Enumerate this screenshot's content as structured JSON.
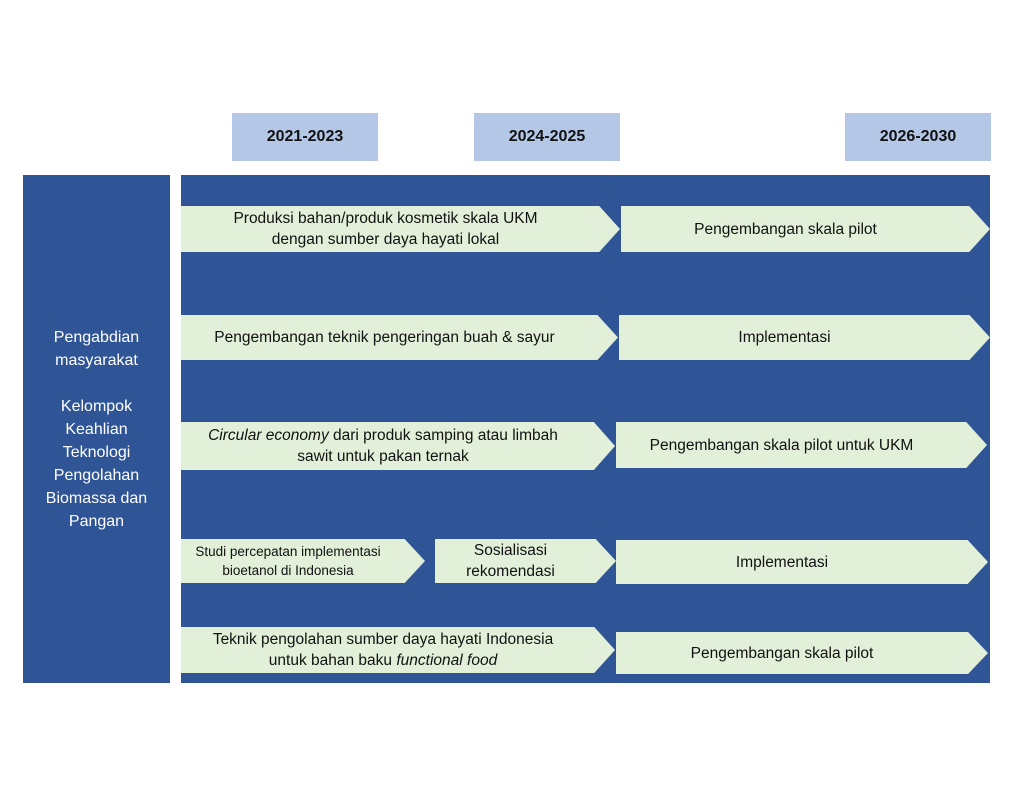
{
  "periods": [
    "2021-2023",
    "2024-2025",
    "2026-2030"
  ],
  "left_panel": {
    "line1": "Pengabdian",
    "line2": "masyarakat",
    "line3": "Kelompok",
    "line4": "Keahlian",
    "line5": "Teknologi",
    "line6": "Pengolahan",
    "line7": "Biomassa dan",
    "line8": "Pangan"
  },
  "rows": [
    {
      "left": {
        "line1": "Produksi bahan/produk kosmetik skala UKM",
        "line2": "dengan sumber daya hayati lokal"
      },
      "right": "Pengembangan skala pilot"
    },
    {
      "left": {
        "line1": "Pengembangan teknik pengeringan buah & sayur"
      },
      "right": "Implementasi"
    },
    {
      "left": {
        "line1_italic": "Circular economy",
        "line1_rest": " dari produk samping atau limbah",
        "line2": "sawit untuk pakan ternak"
      },
      "right": "Pengembangan skala pilot untuk UKM"
    },
    {
      "left": {
        "line1": "Studi percepatan implementasi",
        "line2": "bioetanol di Indonesia"
      },
      "mid": {
        "line1": "Sosialisasi",
        "line2": "rekomendasi"
      },
      "right": "Implementasi"
    },
    {
      "left": {
        "line1": "Teknik pengolahan sumber daya hayati Indonesia",
        "line2_rest": "untuk bahan baku ",
        "line2_italic": "functional food"
      },
      "right": "Pengembangan skala pilot"
    }
  ]
}
